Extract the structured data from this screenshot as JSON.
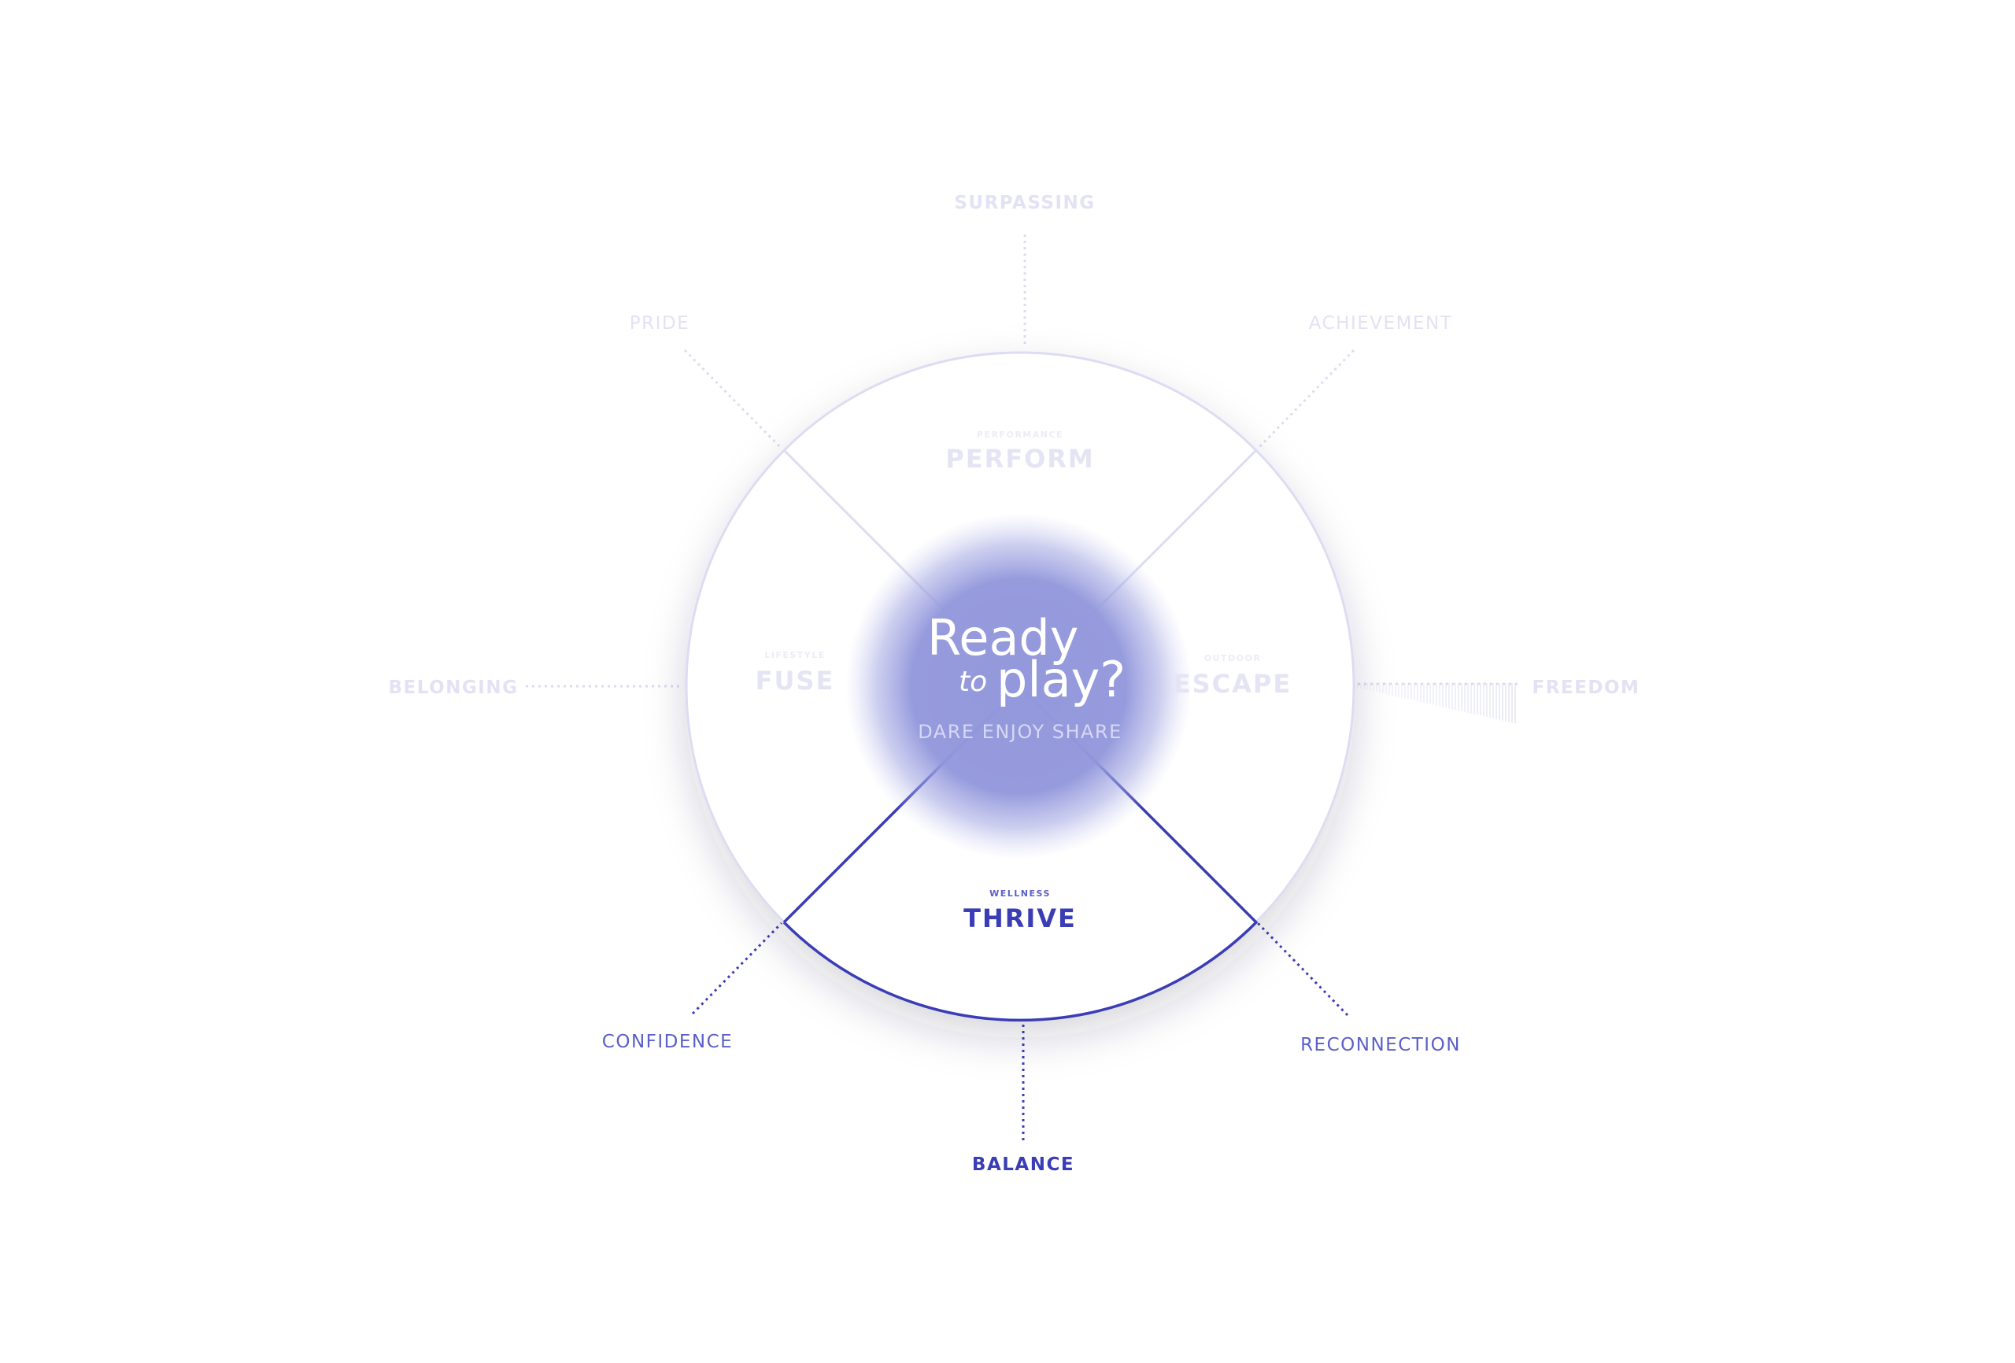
{
  "colors": {
    "accent": "#3a3db5",
    "accent_mid": "#5b5fc7",
    "faded": "#dcdcf3",
    "faded_text": "#e2e2f4",
    "blob": "#9398dc",
    "white": "#ffffff"
  },
  "center": {
    "title_line1": "Ready",
    "title_to": "to",
    "title_line2": "play?",
    "tagline": "DARE ENJOY SHARE"
  },
  "segments": {
    "perform": {
      "subtitle": "PERFORMANCE",
      "title": "PERFORM"
    },
    "fuse": {
      "subtitle": "LIFESTYLE",
      "title": "FUSE"
    },
    "escape": {
      "subtitle": "OUTDOOR",
      "title": "ESCAPE"
    },
    "thrive": {
      "subtitle": "WELLNESS",
      "title": "THRIVE"
    }
  },
  "outer_labels": {
    "surpassing": "SURPASSING",
    "pride": "PRIDE",
    "achievement": "ACHIEVEMENT",
    "belonging": "BELONGING",
    "freedom": "FREEDOM",
    "confidence": "CONFIDENCE",
    "reconnection": "RECONNECTION",
    "balance": "BALANCE"
  }
}
